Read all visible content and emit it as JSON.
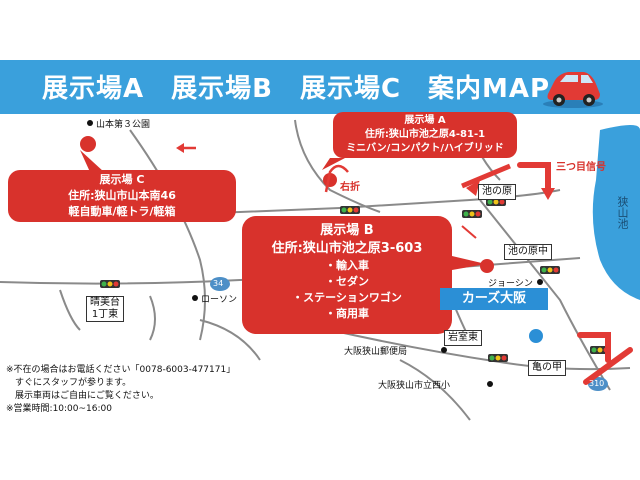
{
  "banner": {
    "title": "展示場A　展示場B　展示場C　案内MAP",
    "color": "#3aa0dc"
  },
  "callouts": {
    "a": {
      "name": "展示場 A",
      "address": "住所:狭山市池之原4-81-1",
      "types": "ミニバン/コンパクト/ハイブリッド"
    },
    "b": {
      "name": "展示場 B",
      "address": "住所:狭山市池之原3-603",
      "items": [
        "・輸入車",
        "・セダン",
        "・ステーションワゴン",
        "・商用車"
      ]
    },
    "c": {
      "name": "展示場 C",
      "address": "住所:狭山市山本南46",
      "types": "軽自動車/軽トラ/軽箱"
    }
  },
  "landmarks": {
    "yamamoto_park": "山本第３公園",
    "lawson": "ローソン",
    "joshin": "ジョーシン",
    "post_office": "大阪狭山郵便局",
    "school": "大阪狭山市立西小",
    "cars_osaka": "カーズ大阪",
    "lake": "狭山池"
  },
  "intersections": {
    "seibidai": "晴美台\n1丁東",
    "ikenohara": "池の原",
    "ikenohara_naka": "池の原中",
    "iwamuro_higashi": "岩室東",
    "kamenoko": "亀の甲"
  },
  "directions": {
    "right_turn": "右折",
    "third_signal": "三つ目信号"
  },
  "routes": {
    "r34": "34",
    "r310": "310"
  },
  "notes": [
    "※不在の場合はお電話ください「0078-6003-477171」",
    "　すぐにスタッフが参ります。",
    "　展示車両はご自由にご覧ください。",
    "※営業時間:10:00~16:00"
  ],
  "colors": {
    "accent_red": "#d8322c",
    "lake_blue": "#3aa0dc",
    "cars_blue": "#2b8fd6",
    "road": "#8a8a8a"
  }
}
